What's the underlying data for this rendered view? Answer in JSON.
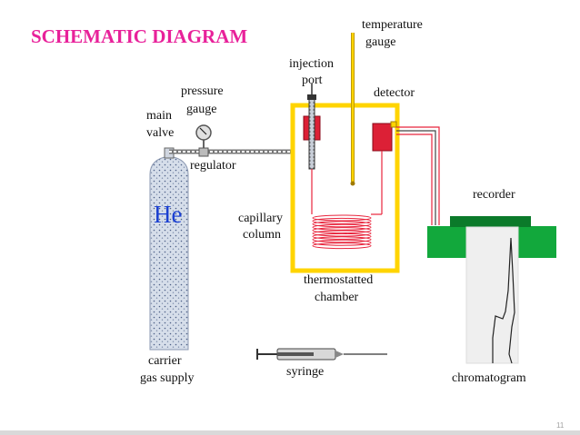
{
  "title": "SCHEMATIC DIAGRAM",
  "labels": {
    "temperature_gauge": [
      "temperature",
      "gauge"
    ],
    "injection_port": [
      "injection",
      "port"
    ],
    "detector": "detector",
    "pressure_gauge": [
      "pressure",
      "gauge"
    ],
    "main_valve": [
      "main",
      "valve"
    ],
    "regulator": "regulator",
    "cylinder_gas": "He",
    "capillary_column": [
      "capillary",
      "column"
    ],
    "thermostatted_chamber": [
      "thermostatted",
      "chamber"
    ],
    "recorder": "recorder",
    "carrier_gas_supply": [
      "carrier",
      "gas supply"
    ],
    "syringe": "syringe",
    "chromatogram": "chromatogram"
  },
  "slide_number": "11",
  "colors": {
    "title": "#e8219a",
    "chamber": "#ffd400",
    "heater": "#dc2036",
    "column": "#e8243c",
    "recorder": "#12a83c",
    "cylinder_text": "#1a3fd0"
  }
}
